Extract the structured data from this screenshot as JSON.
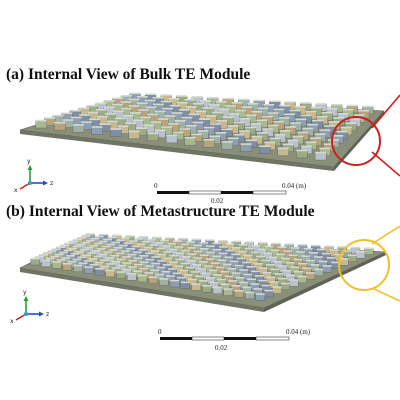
{
  "panels": [
    {
      "id": "a",
      "title": "(a) Internal View of Bulk TE Module",
      "scale_bar": {
        "ticks": [
          "0",
          "0.04 (m)"
        ],
        "mid_label": "0.02"
      },
      "triad": {
        "x": "x",
        "y": "y",
        "z": "z"
      },
      "highlight_color": "#cc1f1f"
    },
    {
      "id": "b",
      "title": "(b) Internal View of Metastructure TE Module",
      "scale_bar": {
        "ticks": [
          "0",
          "0.04 (m)"
        ],
        "mid_label": "0.02"
      },
      "triad": {
        "x": "x",
        "y": "y",
        "z": "z"
      },
      "highlight_color": "#f2bf2a"
    }
  ],
  "colors": {
    "substrate": "#8a8f7a",
    "leg_palette": [
      "#8f9fb3",
      "#a9b98f",
      "#c7b98d",
      "#9fb0a4",
      "#b9c2cc",
      "#7f8ea3",
      "#b7a37e",
      "#9cab86"
    ],
    "leg_top": "#d4dad2",
    "axis_x": "#d02020",
    "axis_y": "#2a9d3a",
    "axis_z": "#2050c8"
  }
}
